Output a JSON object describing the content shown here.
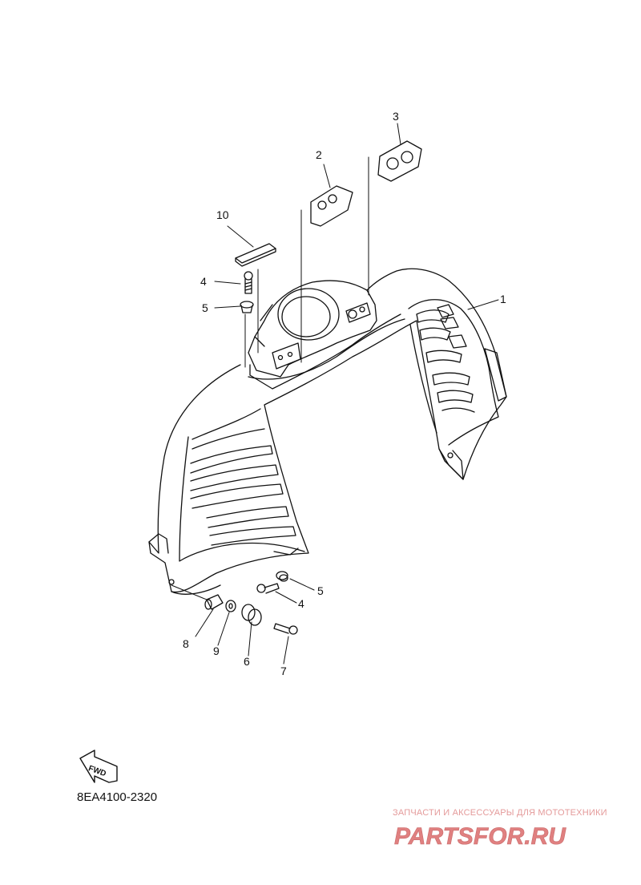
{
  "diagram": {
    "callouts": [
      {
        "id": "1",
        "label": "1"
      },
      {
        "id": "2",
        "label": "2"
      },
      {
        "id": "3",
        "label": "3"
      },
      {
        "id": "10",
        "label": "10"
      },
      {
        "id": "4a",
        "label": "4"
      },
      {
        "id": "5a",
        "label": "5"
      },
      {
        "id": "4b",
        "label": "4"
      },
      {
        "id": "5b",
        "label": "5"
      },
      {
        "id": "8",
        "label": "8"
      },
      {
        "id": "9",
        "label": "9"
      },
      {
        "id": "6",
        "label": "6"
      },
      {
        "id": "7",
        "label": "7"
      }
    ],
    "fwd_label": "FWD",
    "diagram_code": "8EA4100-2320"
  },
  "watermark": {
    "tagline": "ЗАПЧАСТИ И АКСЕССУАРЫ ДЛЯ МОТОТЕХНИКИ",
    "logo_text": "PARTSFOR.RU",
    "color": "#e08080"
  }
}
